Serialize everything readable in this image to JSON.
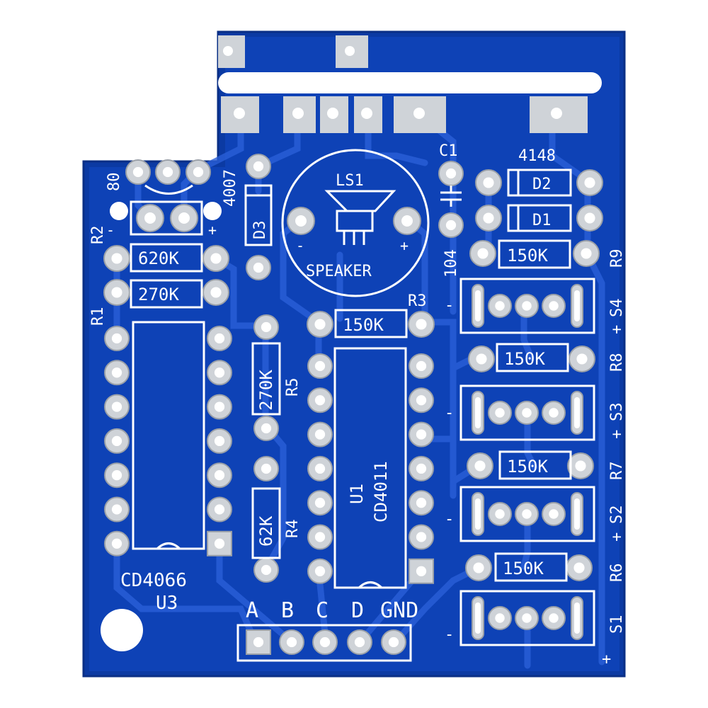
{
  "colors": {
    "board": "#0b3aa3",
    "copper": "#1147c4",
    "silk": "#ffffff",
    "pad": "#cfd3d8",
    "hole": "#ffffff"
  },
  "labels": {
    "r2_ref": "R2",
    "r1_ref": "R1",
    "r3_ref": "R3",
    "r4_ref": "R4",
    "r5_ref": "R5",
    "r6_ref": "R6",
    "r7_ref": "R7",
    "r8_ref": "R8",
    "r9_ref": "R9",
    "val_620k": "620K",
    "val_270k_r1": "270K",
    "val_270k_r5": "270K",
    "val_62k": "62K",
    "val_150k_r3": "150K",
    "val_150k_r6": "150K",
    "val_150k_r7": "150K",
    "val_150k_r8": "150K",
    "val_150k_r9": "150K",
    "d1": "D1",
    "d2": "D2",
    "d3": "D3",
    "diode_type": "4148",
    "d3_type": "4007",
    "c1": "C1",
    "c1_value": "104",
    "ls1": "LS1",
    "speaker": "SPEAKER",
    "u1": "U1",
    "u1_part": "CD4011",
    "u3": "U3",
    "u3_part": "CD4066",
    "eighty": "80",
    "s1": "S1",
    "s2": "S2",
    "s3": "S3",
    "s4": "S4",
    "header_a": "A",
    "header_b": "B",
    "header_c": "C",
    "header_d": "D",
    "header_gnd": "GND",
    "plus": "+",
    "minus": "-"
  }
}
